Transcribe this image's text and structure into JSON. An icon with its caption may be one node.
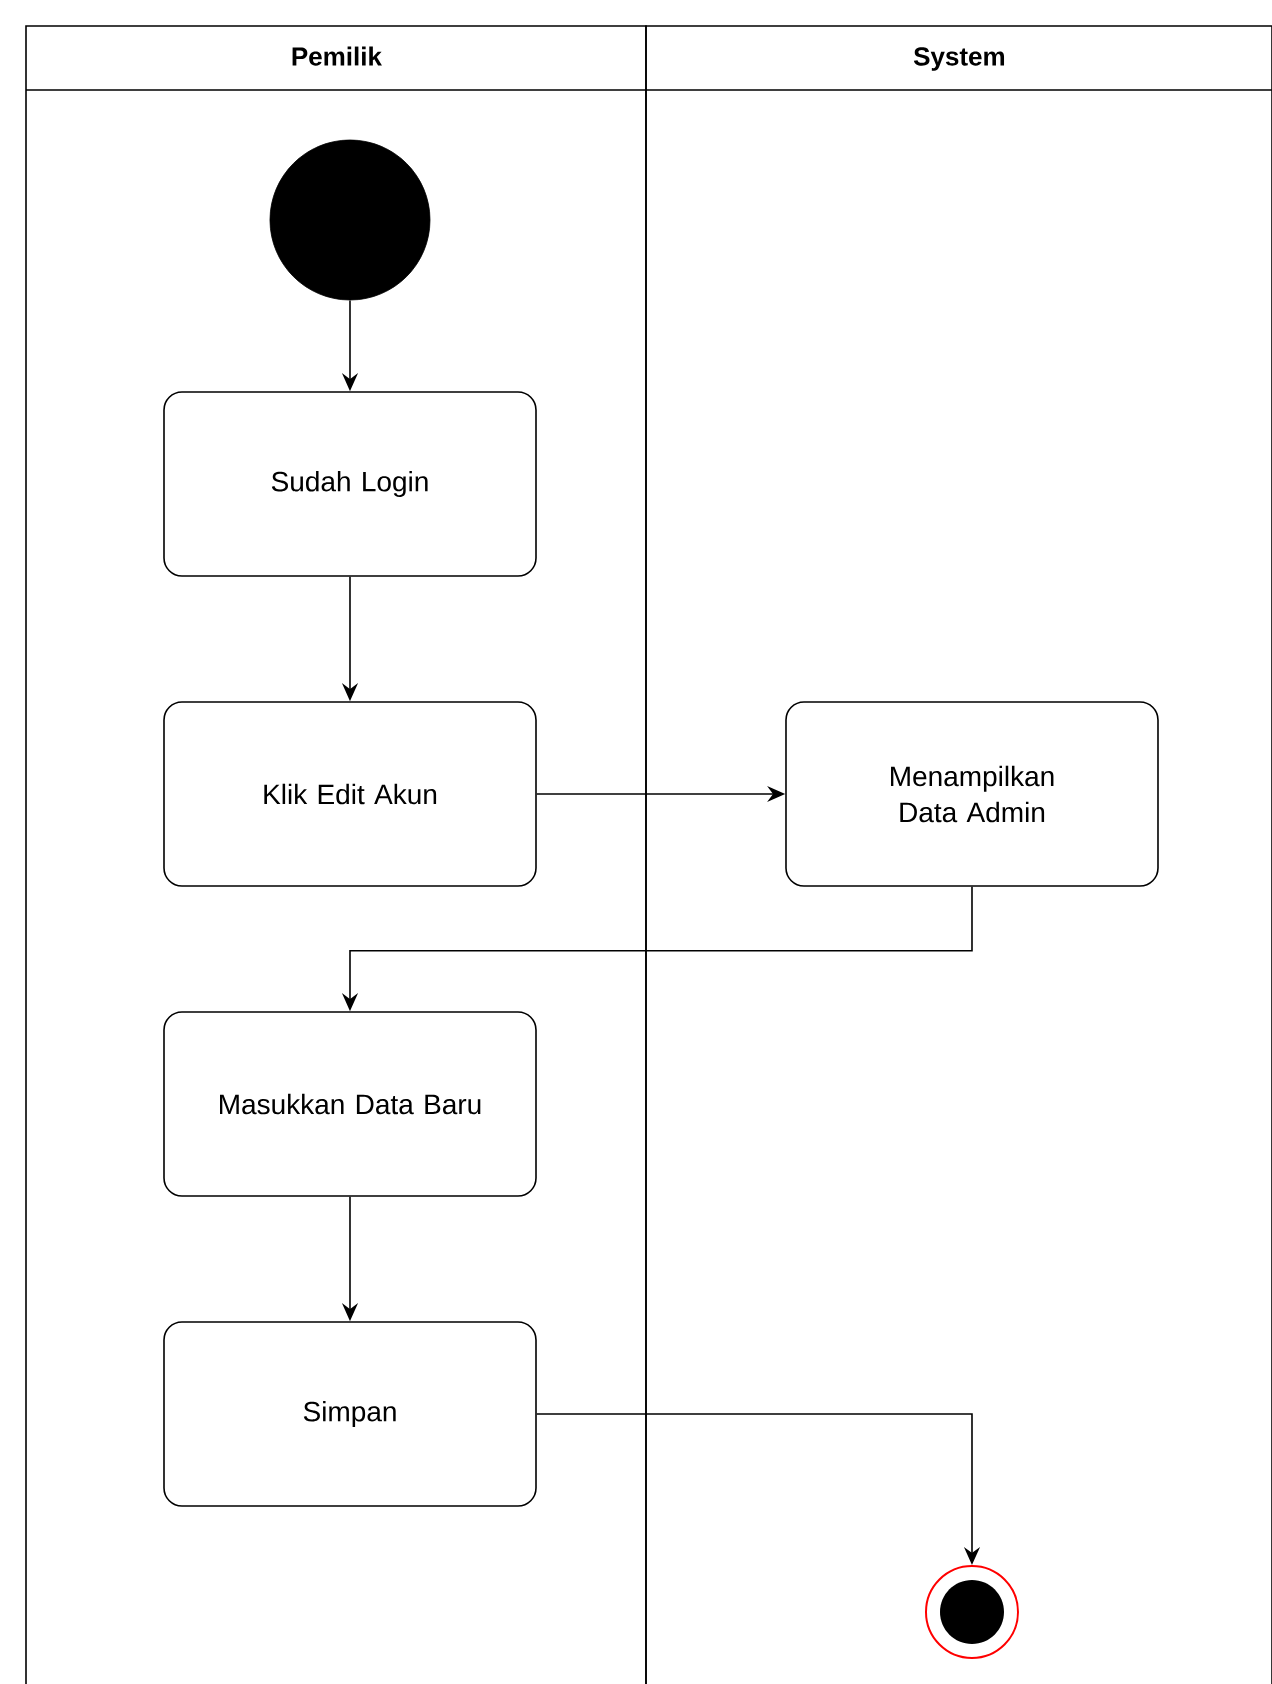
{
  "diagram": {
    "nodes": [
      {
        "text": [
          "Pemilik"
        ]
      },
      {
        "text": [
          "System"
        ]
      },
      {
        "text": [],
        "shape": "circle",
        "in": 0
      },
      {
        "text": [
          "Sudah Login"
        ],
        "in": 0
      },
      {
        "text": [
          "Klik Edit Akun"
        ],
        "in": 0
      },
      {
        "text": [
          "Menampilkan Data Admin"
        ],
        "in": 1
      },
      {
        "text": [
          "Masukkan Data Baru"
        ],
        "in": 0
      },
      {
        "text": [
          "Simpan"
        ],
        "in": 0
      },
      {
        "text": [],
        "shape": "circle",
        "in": 1
      }
    ],
    "edges": [
      {
        "from": 2,
        "to": 3,
        "arrow": "to"
      },
      {
        "from": 3,
        "to": 4,
        "arrow": "to"
      },
      {
        "from": 4,
        "to": 5,
        "arrow": "to"
      },
      {
        "from": 5,
        "to": 6,
        "arrow": "to"
      },
      {
        "from": 6,
        "to": 7,
        "arrow": "to"
      },
      {
        "from": 7,
        "to": 8,
        "arrow": "to"
      }
    ]
  }
}
